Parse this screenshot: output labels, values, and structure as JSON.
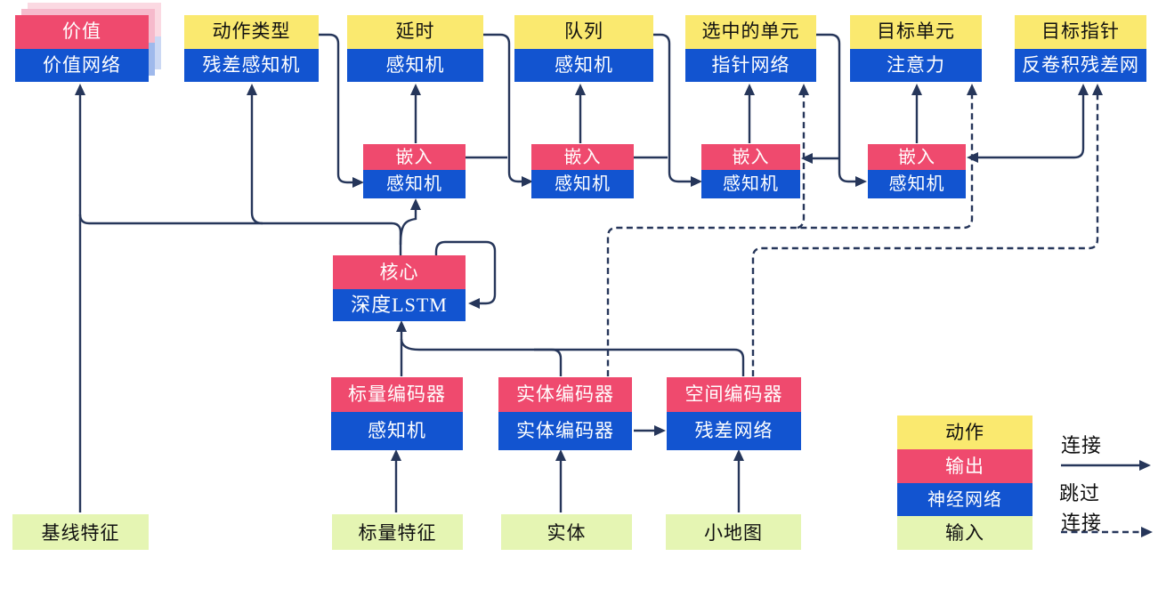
{
  "colors": {
    "action_yellow": "#FAE96F",
    "output_red": "#EF4A6E",
    "network_blue": "#1254D0",
    "input_green": "#E5F5B3",
    "line_navy": "#26365A",
    "shadow_pink_near": "#F6BACC",
    "shadow_pink_far": "#FBD9E2",
    "shadow_blue_near": "#9FB9EC",
    "shadow_blue_far": "#CBD8F4"
  },
  "nodes": {
    "value": {
      "top": "价值",
      "bottom": "价值网络"
    },
    "action_type": {
      "top": "动作类型",
      "bottom": "残差感知机"
    },
    "delay": {
      "top": "延时",
      "bottom": "感知机"
    },
    "queue": {
      "top": "队列",
      "bottom": "感知机"
    },
    "selected_units": {
      "top": "选中的单元",
      "bottom": "指针网络"
    },
    "target_unit": {
      "top": "目标单元",
      "bottom": "注意力"
    },
    "target_point": {
      "top": "目标指针",
      "bottom": "反卷积残差网"
    },
    "embed1": {
      "top": "嵌入",
      "bottom": "感知机"
    },
    "embed2": {
      "top": "嵌入",
      "bottom": "感知机"
    },
    "embed3": {
      "top": "嵌入",
      "bottom": "感知机"
    },
    "embed4": {
      "top": "嵌入",
      "bottom": "感知机"
    },
    "core": {
      "top": "核心",
      "bottom": "深度LSTM"
    },
    "scalar_encoder": {
      "top": "标量编码器",
      "bottom": "感知机"
    },
    "entity_encoder": {
      "top": "实体编码器",
      "bottom": "实体编码器"
    },
    "spatial_encoder": {
      "top": "空间编码器",
      "bottom": "残差网络"
    }
  },
  "inputs": {
    "baseline": "基线特征",
    "scalar": "标量特征",
    "entities": "实体",
    "minimap": "小地图"
  },
  "legend": {
    "action": "动作",
    "output": "输出",
    "network": "神经网络",
    "input": "输入",
    "solid_arrow_label": "连接",
    "dashed_arrow_label1": "跳过",
    "dashed_arrow_label2": "连接"
  }
}
